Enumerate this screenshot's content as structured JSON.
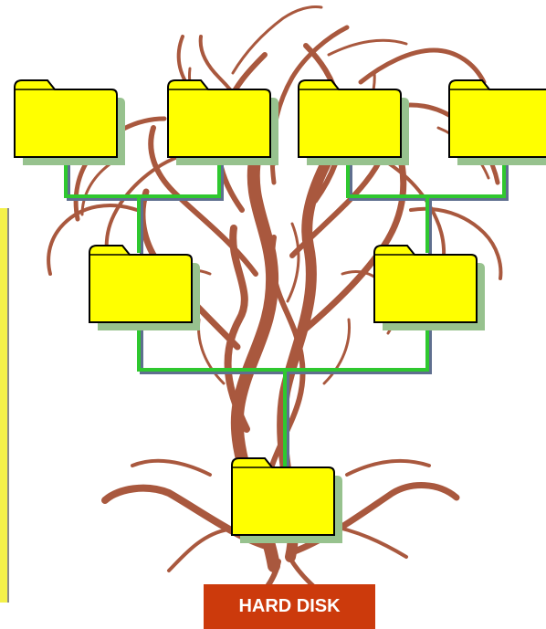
{
  "label": {
    "text": "HARD DISK"
  },
  "colors": {
    "folder_fill": "#ffff00",
    "folder_outline": "#000000",
    "folder_shadow": "#97c28e",
    "connector": "#2fc82f",
    "connector_shadow": "#5f6f8f",
    "tree": "#a0472a",
    "label_bg": "#cc3a0c",
    "label_text": "#ffffff",
    "left_rule": "#f4f14a"
  },
  "icons": {
    "folder": "folder-icon",
    "tree": "tree-illustration"
  },
  "tree_structure": {
    "root": "hard-disk",
    "levels": [
      {
        "level": 0,
        "nodes": [
          "root-folder"
        ]
      },
      {
        "level": 1,
        "nodes": [
          "folder-left",
          "folder-right"
        ]
      },
      {
        "level": 2,
        "nodes": [
          "leaf-1",
          "leaf-2",
          "leaf-3",
          "leaf-4"
        ]
      }
    ]
  }
}
